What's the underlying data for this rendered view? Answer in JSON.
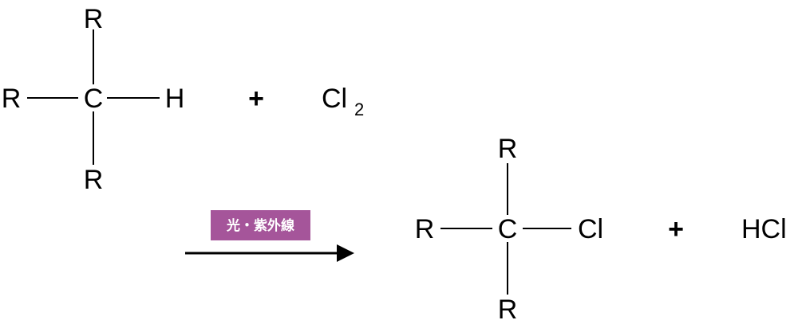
{
  "reactant": {
    "r_top": "R",
    "r_left": "R",
    "center": "C",
    "h": "H",
    "r_bottom": "R"
  },
  "plus_1": "+",
  "chlorine": {
    "symbol": "Cl",
    "subscript": "2"
  },
  "condition": {
    "label": "光・紫外線",
    "badge_color": "#a5559a"
  },
  "product": {
    "r_top": "R",
    "r_left": "R",
    "center": "C",
    "cl": "Cl",
    "r_bottom": "R"
  },
  "plus_2": "+",
  "byproduct": "HCl"
}
